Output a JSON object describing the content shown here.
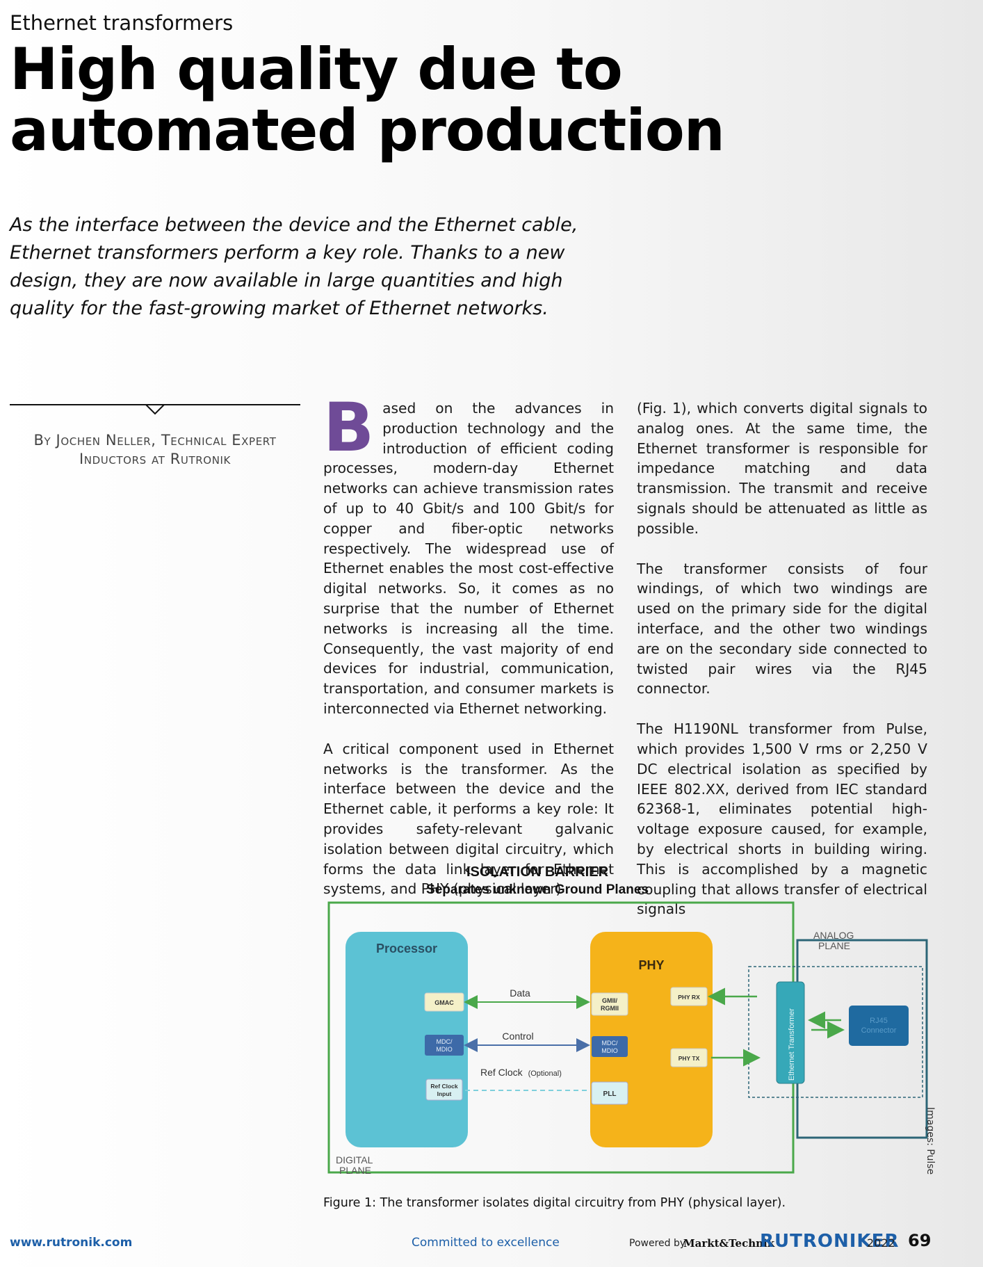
{
  "header": {
    "kicker": "Ethernet transformers",
    "title_line1": "High quality due to",
    "title_line2": "automated production",
    "intro": "As the interface between the device and the Ethernet cable, Ethernet transformers perform a key role. Thanks to a new design, they are now available in large quantities and high quality for the fast-growing market of Ethernet networks."
  },
  "byline": {
    "line1": "By Jochen Neller, Technical Expert",
    "line2": "Inductors at Rutronik"
  },
  "article": {
    "dropcap": "B",
    "p1": "ased on the advances in production technology and the introduction of efficient coding processes, modern-day Ethernet networks can achieve transmission rates of up to 40 Gbit/s and 100 Gbit/s for copper and fiber-optic networks respectively. The widespread use of Ethernet enables the most cost-effective digital networks. So, it comes as no surprise that the number of Ethernet networks is increasing all the time. Consequently, the vast majority of end devices for industrial, communication, transportation, and consumer markets is interconnected via Ethernet networking.",
    "p2": "A critical component used in Ethernet networks is the transformer. As the interface between the device and the Ethernet cable, it performs a key role: It provides safety-relevant galvanic isolation between digital circuitry, which forms the data link layer for Ethernet systems, and PHY (physical layer)",
    "p3": "(Fig. 1), which converts digital signals to analog ones. At the same time, the Ethernet transformer is responsible for impedance matching and data transmission. The transmit and receive signals should be attenuated as little as possible.",
    "p4": "The transformer consists of four windings, of which two windings are used on the primary side for the digital interface, and the other two windings are on the secondary side connected to twisted pair wires via the RJ45 connector.",
    "p5": "The H1190NL transformer from Pulse, which provides 1,500 V rms or 2,250 V DC electrical isolation as specified by IEEE 802.XX, derived from IEC standard 62368-1, eliminates potential high-voltage exposure caused, for example, by electrical shorts in building wiring. This is accomplished by a magnetic coupling that allows transfer of electrical signals"
  },
  "figure": {
    "title": "ISOLATION  BARRIER",
    "subtitle": "Separates unknown Ground Planes",
    "processor": "Processor",
    "phy": "PHY",
    "gmac": "GMAC",
    "mdc_left_1": "MDC/",
    "mdc_left_2": "MDIO",
    "refclock_1": "Ref Clock",
    "refclock_2": "Input",
    "gmii_1": "GMII/",
    "gmii_2": "RGMII",
    "mdc_right_1": "MDC/",
    "mdc_right_2": "MDIO",
    "pll": "PLL",
    "phy_rx": "PHY RX",
    "phy_tx": "PHY TX",
    "data": "Data",
    "control": "Control",
    "refclock_label": "Ref Clock",
    "optional": "(Optional)",
    "transformer": "Ethernet Transformer",
    "rj45_1": "RJ45",
    "rj45_2": "Connector",
    "analog_1": "ANALOG",
    "analog_2": "PLANE",
    "digital_1": "DIGITAL",
    "digital_2": "PLANE",
    "colors": {
      "barrier": "#4aa84a",
      "processor": "#5cc2d4",
      "phy": "#f5b31a",
      "analog": "#2c6577",
      "connector": "#1f6aa0",
      "control_line": "#4a6fa8"
    },
    "caption": "Figure 1: The transformer isolates digital circuitry from PHY (physical layer).",
    "credit": "Images: Pulse"
  },
  "footer": {
    "url": "www.rutronik.com",
    "tagline": "Committed to excellence",
    "powered": "Powered by",
    "brand": "Markt&Technik",
    "logo": "RUTRONIKER",
    "year": "2022",
    "page": "69"
  }
}
